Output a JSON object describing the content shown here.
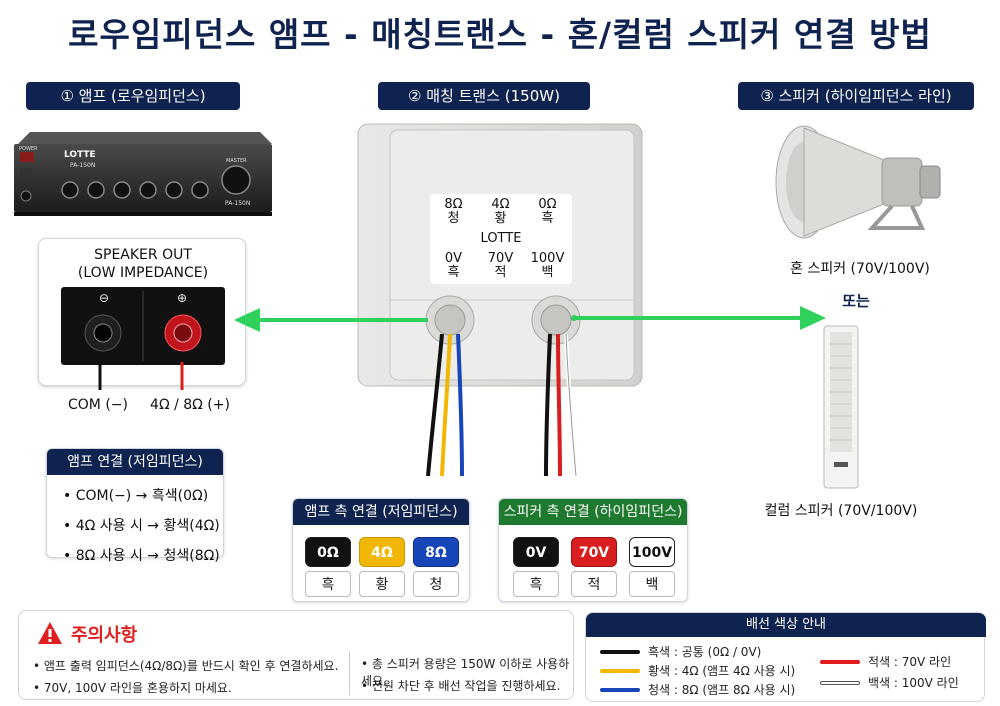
{
  "title": "로우임피던스 앰프 - 매칭트랜스 - 혼/컬럼 스피커 연결 방법",
  "sections": {
    "amp": "① 앰프 (로우임피던스)",
    "trans": "② 매칭 트랜스 (150W)",
    "speaker": "③ 스피커 (하이임피던스 라인)"
  },
  "amp_device": {
    "brand": "LOTTE",
    "model": "PA-150N",
    "power": "POWER",
    "master": "MASTER"
  },
  "speaker_out": {
    "title_line1": "SPEAKER OUT",
    "title_line2": "(LOW IMPEDANCE)",
    "minus_symbol": "⊖",
    "plus_symbol": "⊕",
    "com_label": "COM (−)",
    "ohm_label": "4Ω / 8Ω (+)"
  },
  "transformer": {
    "top_row": [
      {
        "ohm": "8Ω",
        "color": "청"
      },
      {
        "ohm": "4Ω",
        "color": "황"
      },
      {
        "ohm": "0Ω",
        "color": "흑"
      }
    ],
    "brand": "LOTTE",
    "bottom_row": [
      {
        "volt": "0V",
        "color": "흑"
      },
      {
        "volt": "70V",
        "color": "적"
      },
      {
        "volt": "100V",
        "color": "백"
      }
    ]
  },
  "speakers": {
    "horn_label": "혼 스피커 (70V/100V)",
    "or_label": "또는",
    "column_label": "컬럼 스피커 (70V/100V)"
  },
  "amp_connect": {
    "title": "앰프 연결 (저임피던스)",
    "items": [
      "• COM(−) → 흑색(0Ω)",
      "• 4Ω 사용 시 → 황색(4Ω)",
      "• 8Ω 사용 시 → 청색(8Ω)"
    ]
  },
  "amp_side": {
    "title": "앰프 측 연결 (저임피던스)",
    "chips": [
      {
        "value": "0Ω",
        "name": "흑",
        "bg": "#111111",
        "fg": "#ffffff"
      },
      {
        "value": "4Ω",
        "name": "황",
        "bg": "#f2b705",
        "fg": "#ffffff"
      },
      {
        "value": "8Ω",
        "name": "청",
        "bg": "#1746b8",
        "fg": "#ffffff"
      }
    ]
  },
  "speaker_side": {
    "title": "스피커 측 연결 (하이임피던스)",
    "chips": [
      {
        "value": "0V",
        "name": "흑",
        "bg": "#111111",
        "fg": "#ffffff"
      },
      {
        "value": "70V",
        "name": "적",
        "bg": "#d81e1e",
        "fg": "#ffffff"
      },
      {
        "value": "100V",
        "name": "백",
        "bg": "#ffffff",
        "fg": "#111111"
      }
    ]
  },
  "caution": {
    "title": "주의사항",
    "notes": [
      "• 앰프 출력 임피던스(4Ω/8Ω)를 반드시 확인 후 연결하세요.",
      "• 70V, 100V 라인을 혼용하지 마세요.",
      "• 총 스피커 용량은 150W 이하로 사용하세요.",
      "• 전원 차단 후 배선 작업을 진행하세요."
    ]
  },
  "legend": {
    "title": "배선 색상 안내",
    "items": [
      {
        "color": "#111111",
        "text": "흑색 : 공통 (0Ω / 0V)"
      },
      {
        "color": "#f5b800",
        "text": "황색 : 4Ω (앰프 4Ω 사용 시)"
      },
      {
        "color": "#1746b8",
        "text": "청색 : 8Ω (앰프 8Ω 사용 시)"
      },
      {
        "color": "#e01b1b",
        "text": "적색 : 70V 라인"
      },
      {
        "color": "#ffffff",
        "text": "백색 : 100V 라인"
      }
    ]
  },
  "colors": {
    "navy": "#0f2350",
    "green": "#1e7a2e",
    "arrow": "#2fd15a",
    "warning": "#e02020"
  }
}
